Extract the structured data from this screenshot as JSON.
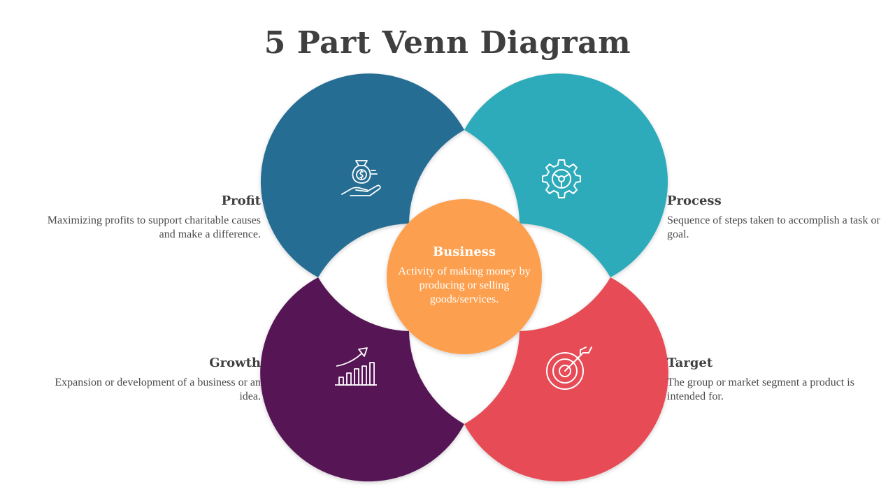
{
  "title": "5 Part Venn Diagram",
  "colors": {
    "profit": "#276d93",
    "process": "#2eabba",
    "growth": "#571855",
    "target": "#e64b57",
    "business": "#fca04f",
    "text_dark": "#3f3f3f"
  },
  "center": {
    "heading": "Business",
    "description": "Activity of making money by producing or selling goods/services."
  },
  "parts": {
    "profit": {
      "heading": "Profit",
      "description": "Maximizing profits to support charitable causes and make a difference.",
      "icon": "money-bag-hand-icon"
    },
    "process": {
      "heading": "Process",
      "description": "Sequence of steps taken to accomplish a task or goal.",
      "icon": "gear-icon"
    },
    "growth": {
      "heading": "Growth",
      "description": "Expansion or development of a business or an idea.",
      "icon": "growth-chart-icon"
    },
    "target": {
      "heading": "Target",
      "description": "The group or market segment a product is intended for.",
      "icon": "target-arrow-icon"
    }
  }
}
